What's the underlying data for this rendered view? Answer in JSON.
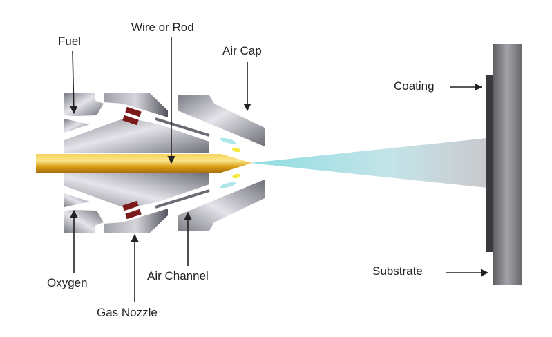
{
  "labels": {
    "fuel": "Fuel",
    "wire_or_rod": "Wire or Rod",
    "air_cap": "Air Cap",
    "coating": "Coating",
    "substrate": "Substrate",
    "oxygen": "Oxygen",
    "gas_nozzle": "Gas Nozzle",
    "air_channel": "Air Channel"
  },
  "colors": {
    "rod": "#e0a81c",
    "metal": "#9a9aa4",
    "spray": "#aee0e4",
    "substrate": "#7c7c80",
    "coating": "#3a3a3e",
    "insulator": "#7a1a1a"
  }
}
